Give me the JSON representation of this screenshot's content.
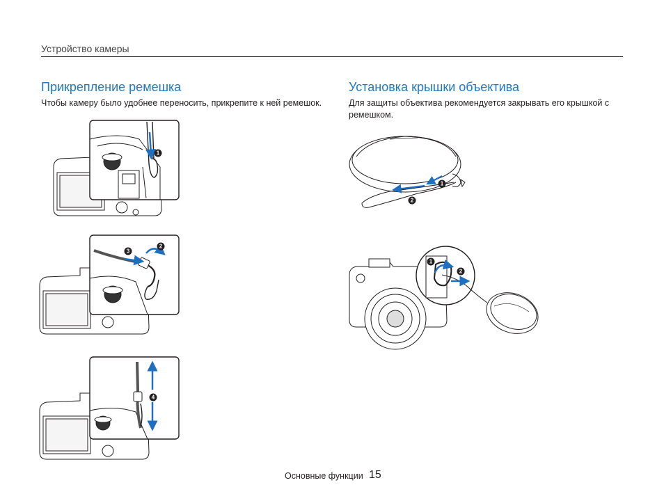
{
  "header": {
    "section": "Устройство камеры"
  },
  "left": {
    "title": "Прикрепление ремешка",
    "text": "Чтобы камеру было удобнее переносить, прикрепите к ней ремешок."
  },
  "right": {
    "title": "Установка крышки объектива",
    "text": "Для защиты объектива рекомендуется закрывать его крышкой с ремешком."
  },
  "steps": {
    "s1": "1",
    "s2": "2",
    "s3": "3",
    "s4": "4"
  },
  "footer": {
    "label": "Основные функции",
    "page": "15"
  },
  "colors": {
    "accent": "#1f78c8",
    "arrow": "#1d6fc2",
    "line": "#231f20"
  }
}
